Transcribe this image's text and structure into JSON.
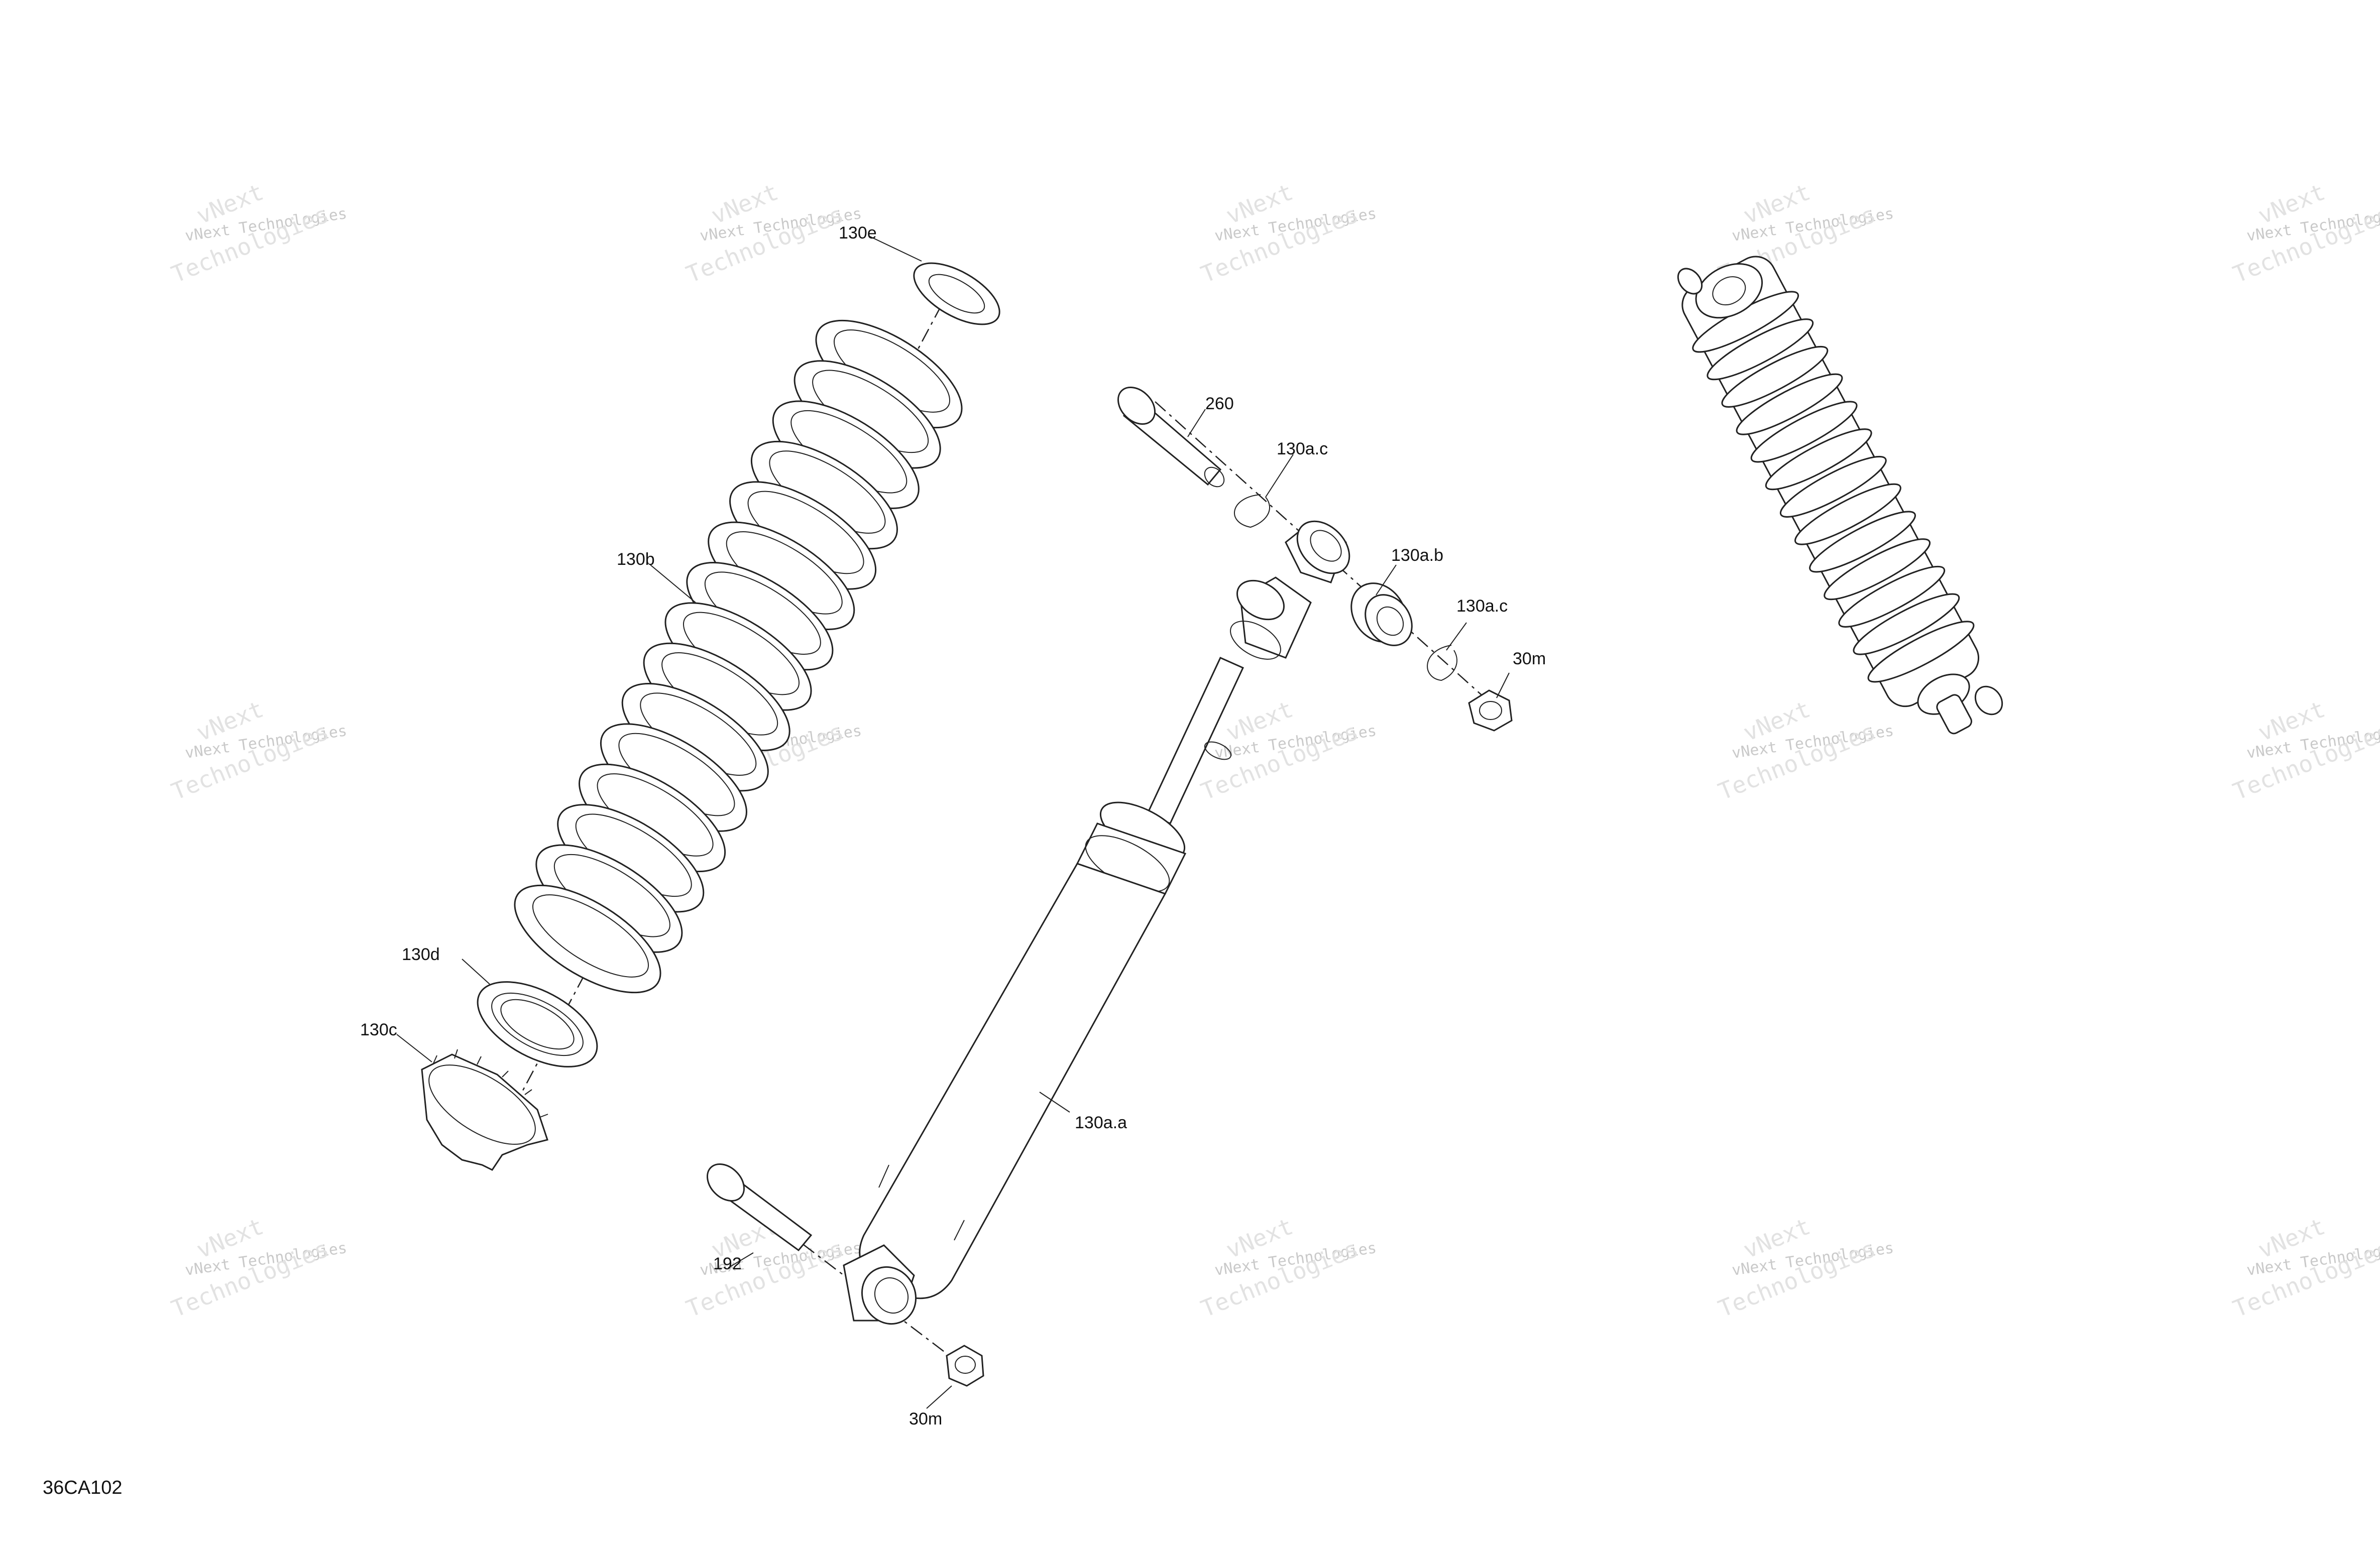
{
  "diagram_code": "36CA102",
  "watermark": {
    "line1": "vNext Technologies",
    "line2a": "vNext",
    "line2b": "Technologies"
  },
  "callouts": {
    "c130e": "130e",
    "c130b": "130b",
    "c130d": "130d",
    "c130c": "130c",
    "c260": "260",
    "c130ac_top": "130a.c",
    "c130ab": "130a.b",
    "c130ac_mid": "130a.c",
    "c30m_top": "30m",
    "c130aa": "130a.a",
    "c192": "192",
    "c30m_bottom": "30m"
  }
}
